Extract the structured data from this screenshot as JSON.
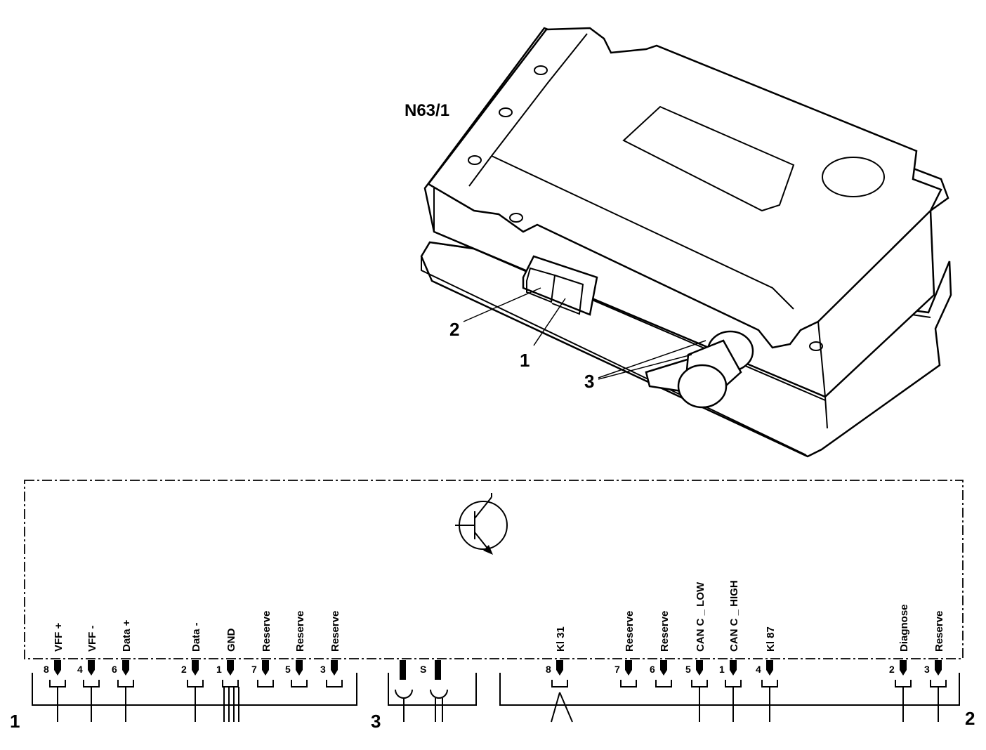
{
  "device": {
    "title": "N63/1",
    "callouts": [
      "2",
      "1",
      "3"
    ]
  },
  "connectors": [
    {
      "id": "1",
      "label": "1",
      "pins": [
        {
          "num": "8",
          "name": "VFF +"
        },
        {
          "num": "4",
          "name": "VFF -"
        },
        {
          "num": "6",
          "name": "Data +"
        },
        {
          "num": "2",
          "name": "Data -"
        },
        {
          "num": "1",
          "name": "GND"
        },
        {
          "num": "7",
          "name": "Reserve"
        },
        {
          "num": "5",
          "name": "Reserve"
        },
        {
          "num": "3",
          "name": "Reserve"
        }
      ]
    },
    {
      "id": "3",
      "label": "3",
      "shield_label": "S"
    },
    {
      "id": "2",
      "label": "2",
      "pins": [
        {
          "num": "8",
          "name": "Kl 31"
        },
        {
          "num": "7",
          "name": "Reserve"
        },
        {
          "num": "6",
          "name": "Reserve"
        },
        {
          "num": "5",
          "name": "CAN C _ LOW"
        },
        {
          "num": "1",
          "name": "CAN C _ HIGH"
        },
        {
          "num": "4",
          "name": "Kl 87"
        },
        {
          "num": "2",
          "name": "Diagnose"
        },
        {
          "num": "3",
          "name": "Reserve"
        }
      ]
    }
  ]
}
